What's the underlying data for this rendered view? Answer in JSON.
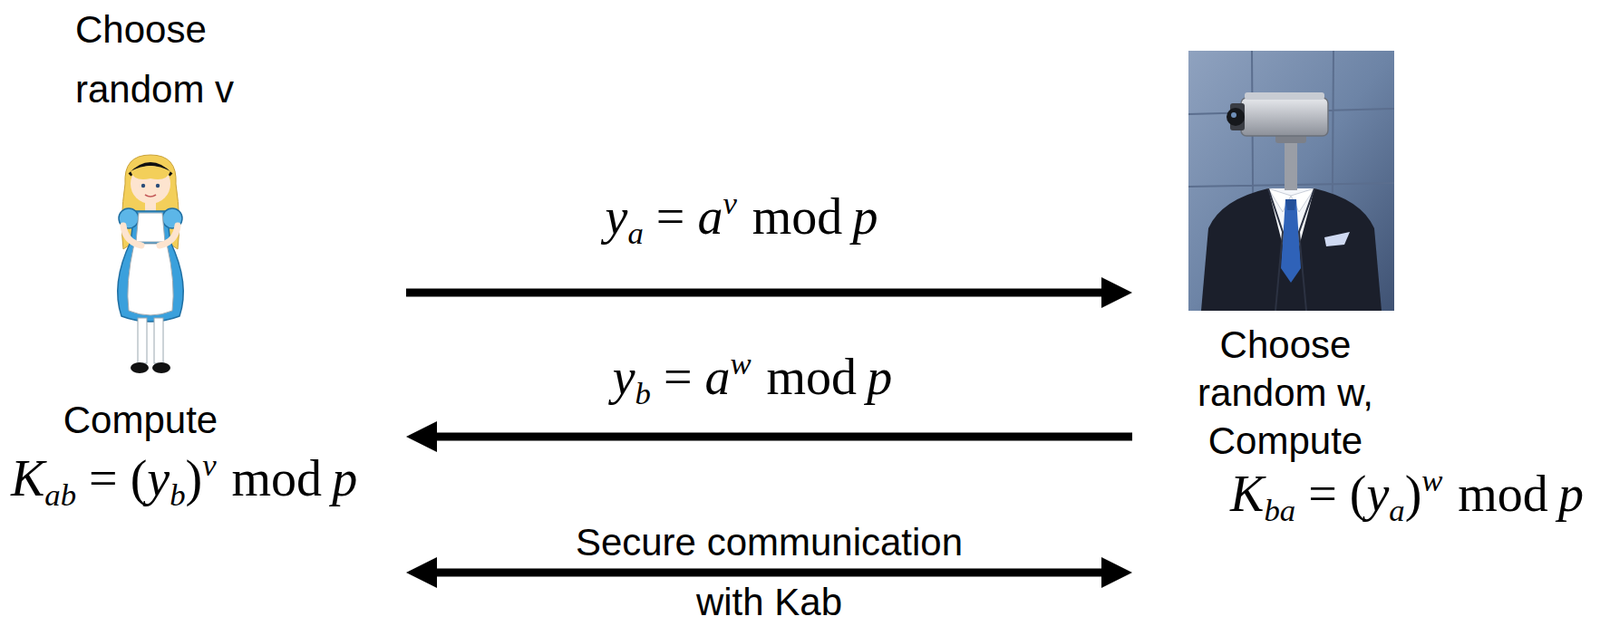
{
  "diagram": {
    "nodes": [
      {
        "text": [
          "Choose random v",
          "Compute"
        ]
      },
      {
        "text": [
          "Choose random w, Compute"
        ]
      }
    ],
    "edges": [
      {
        "from": 0,
        "to": 1,
        "arrow": "to"
      },
      {
        "from": 1,
        "to": 0,
        "arrow": "to"
      },
      {
        "from": 0,
        "to": 1,
        "arrow": "both",
        "label": "Secure communication with Kab"
      }
    ],
    "labels": [
      "y",
      "a",
      "=",
      "a",
      "v",
      "mod",
      "p",
      "y",
      "b",
      "=",
      "a",
      "w",
      "mod",
      "p",
      "K",
      "ab",
      "=",
      "(",
      "y",
      "b",
      ")",
      "v",
      "mod",
      "p",
      "K",
      "ba",
      "=",
      "(",
      "y",
      "a",
      ")",
      "w",
      "mod",
      "p"
    ]
  }
}
